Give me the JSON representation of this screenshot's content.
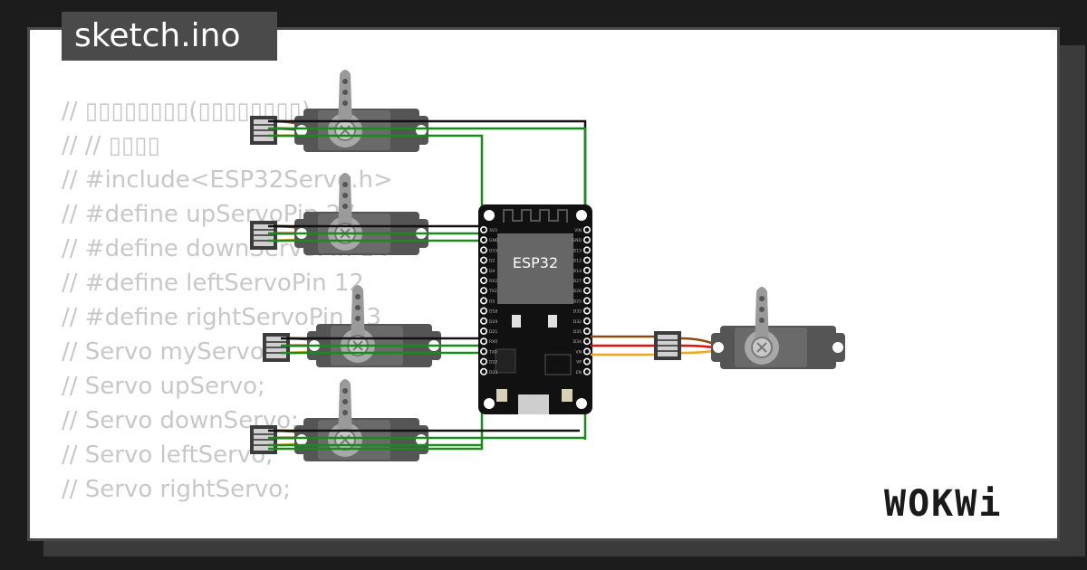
{
  "title_tab": {
    "filename": "sketch.ino"
  },
  "code_lines": [
    "// ▯▯▯▯▯▯▯▯(▯▯▯▯▯▯▯▯)",
    "// // ▯▯▯▯",
    "// #include<ESP32Servo.h>",
    "// #define upServoPin 27",
    "// #define downServoPin 14",
    "// #define leftServoPin 12",
    "// #define rightServoPin 13",
    "// Servo myServo;",
    "// Servo upServo;",
    "// Servo downServo;",
    "// Servo leftServo;",
    "// Servo rightServo;"
  ],
  "board": {
    "chip_label": "ESP32",
    "left_pins": [
      "3V3",
      "GND",
      "D15",
      "D2",
      "D4",
      "RX2",
      "TX2",
      "D5",
      "D18",
      "D19",
      "D21",
      "RX0",
      "TX0",
      "D22",
      "D23"
    ],
    "right_pins": [
      "VIN",
      "GND",
      "D13",
      "D12",
      "D14",
      "D27",
      "D26",
      "D25",
      "D33",
      "D32",
      "D35",
      "D34",
      "VN",
      "VP",
      "EN"
    ]
  },
  "logo": {
    "text": "WOKWi"
  },
  "colors": {
    "wire_green": "#1a8a1a",
    "wire_black": "#111111",
    "wire_red": "#e01010",
    "wire_orange": "#f2a51a",
    "wire_brown": "#8a4a10",
    "servo_body": "#555555",
    "servo_horn": "#9a9a9a",
    "board_body": "#111111",
    "chip_body": "#666666"
  }
}
